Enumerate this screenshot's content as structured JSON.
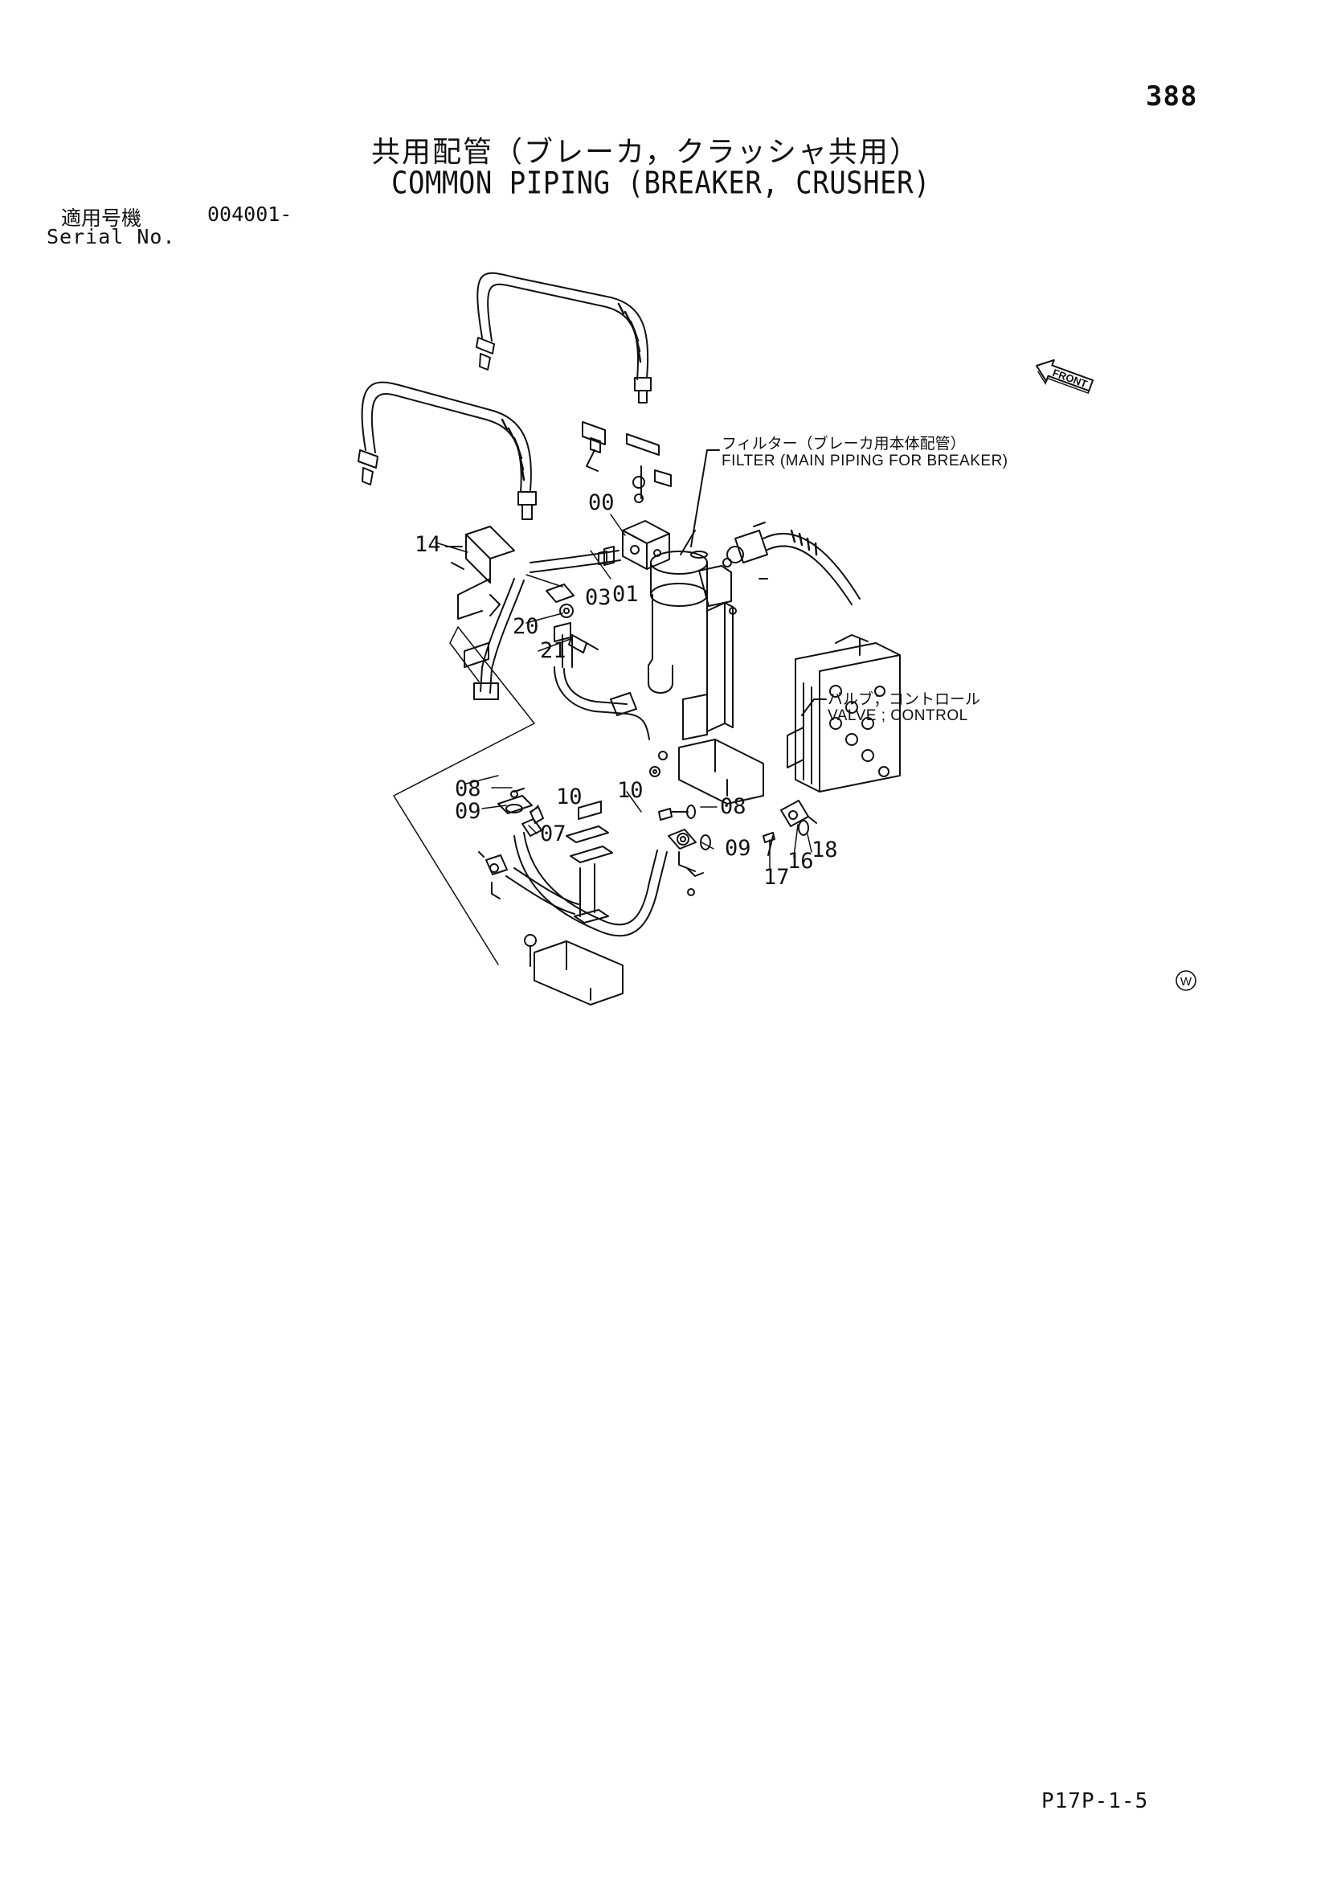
{
  "page": {
    "number": "388",
    "title_jp": "共用配管（ブレーカ，クラッシャ共用）",
    "title_en": "COMMON PIPING (BREAKER, CRUSHER)",
    "serial_label_jp": "適用号機",
    "serial_value": "004001-",
    "serial_label_en": "Serial No.",
    "footer_code": "P17P-1-5"
  },
  "diagram": {
    "front_marker": "FRONT",
    "w_symbol": "W",
    "callouts": {
      "filter_jp": "フィルター（ブレーカ用本体配管）",
      "filter_en": "FILTER (MAIN PIPING FOR BREAKER)",
      "valve_jp": "バルブ；コントロール",
      "valve_en": "VALVE ; CONTROL"
    },
    "part_numbers": [
      "00",
      "01",
      "03",
      "07",
      "08",
      "09",
      "10",
      "14",
      "16",
      "17",
      "18",
      "20",
      "21"
    ]
  },
  "colors": {
    "ink": "#111111",
    "paper": "#ffffff"
  }
}
